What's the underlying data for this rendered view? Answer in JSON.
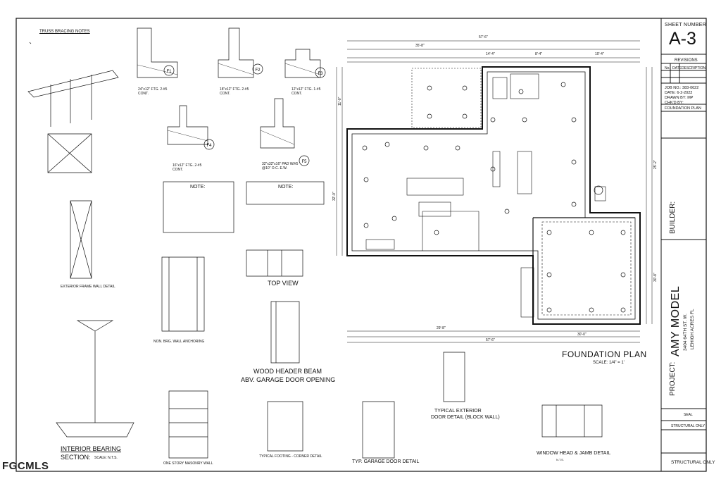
{
  "title_block": {
    "sheet_number_label": "SHEET NUMBER",
    "sheet_number": "A-3",
    "revisions_label": "REVISIONS",
    "rev_cols": [
      "No.",
      "DATE",
      "DESCRIPTION"
    ],
    "job_no": "JOB NO.: 383-0622",
    "date": "DATE: 6-2-2022",
    "drawn_by": "DRAWN BY: MP",
    "chkd_by": "CHK'D BY:",
    "sheet_title": "FOUNDATION PLAN",
    "builder_label": "BUILDER:",
    "model_name": "AMY MODEL",
    "address_line1": "3404 64TH ST. W.",
    "address_line2": "LEHIGH ACRES FL",
    "project_label": "PROJECT:",
    "seal_label": "SEAL",
    "structural_only_1": "STRUCTURAL ONLY",
    "structural_only_2": "STRUCTURAL ONLY"
  },
  "watermark": "FGCMLS",
  "main_plan": {
    "title": "FOUNDATION PLAN",
    "scale": "SCALE: 1/4\" = 1'",
    "dims_top": [
      "57'-6\"",
      "35'-8\"",
      "14'-4\"",
      "8'-4\"",
      "10'-4\""
    ],
    "dims_bottom": [
      "29'-8\"",
      "30'-0\"",
      "57'-6\""
    ],
    "dims_left": [
      "32'-0\"",
      "11'-0\""
    ],
    "dims_right": [
      "25'-2\"",
      "30'-8\""
    ]
  },
  "details": {
    "truss_notes_title": "TRUSS BRACING NOTES",
    "f1": "F1",
    "f2": "F2",
    "f3": "F3",
    "f4": "F4",
    "f5": "F5",
    "f1_note": "24\"x12\" FTG. 2-#5 CONT.",
    "f2_note": "18\"x12\" FTG. 2-#5 CONT.",
    "f3_note": "12\"x12\" FTG. 1-#5 CONT.",
    "f4_note": "16\"x12\" FTG. 2-#5 CONT.",
    "f5_note": "32\"x32\"x16\" PAD W/#5 @10\" O.C. E.W.",
    "note_label_1": "NOTE:",
    "note_label_2": "NOTE:",
    "exterior_frame": "EXTERIOR FRAME WALL DETAIL",
    "non_brg": "NON. BRG. WALL ANCHORING",
    "top_view": "TOP VIEW",
    "wood_header_1": "WOOD HEADER BEAM",
    "wood_header_2": "ABV. GARAGE DOOR OPENING",
    "interior_bearing_1": "INTERIOR BEARING",
    "interior_bearing_2": "SECTION:",
    "interior_bearing_scale": "SCALE: N.T.S.",
    "masonry_wall": "ONE STORY MASONRY WALL",
    "typ_footing": "TYPICAL FOOTING - CORNER DETAIL",
    "garage_door": "TYP. GARAGE DOOR DETAIL",
    "ext_door_1": "TYPICAL EXTERIOR",
    "ext_door_2": "DOOR DETAIL (BLOCK WALL)",
    "window_head": "WINDOW HEAD & JAMB DETAIL",
    "nts": "N.T.S."
  }
}
